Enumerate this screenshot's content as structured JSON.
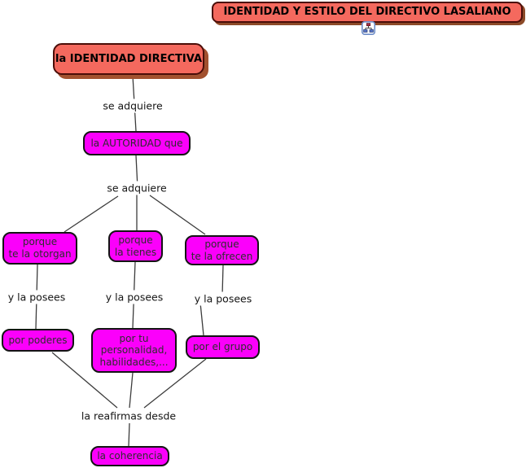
{
  "diagram": {
    "title": {
      "text": "IDENTIDAD Y ESTILO DEL DIRECTIVO LASALIANO"
    },
    "icon": {
      "name": "linked-map-icon"
    },
    "nodes": {
      "identity": {
        "text": "la IDENTIDAD DIRECTIVA"
      },
      "autoridad": {
        "text": "la AUTORIDAD que"
      },
      "otorgan": {
        "text": "porque\nte la otorgan"
      },
      "tienes": {
        "text": "porque\nla tienes"
      },
      "ofrecen": {
        "text": "porque\nte la ofrecen"
      },
      "poderes": {
        "text": "por poderes"
      },
      "personalidad": {
        "text": "por tu\npersonalidad,\nhabilidades,..."
      },
      "grupo": {
        "text": "por el grupo"
      },
      "coherencia": {
        "text": "la coherencia"
      }
    },
    "links": {
      "se_adquiere_1": {
        "text": "se adquiere"
      },
      "se_adquiere_2": {
        "text": "se adquiere"
      },
      "posees_left": {
        "text": "y la posees"
      },
      "posees_mid": {
        "text": "y la posees"
      },
      "posees_right": {
        "text": "y la posees"
      },
      "reafirmas": {
        "text": "la reafirmas desde"
      }
    },
    "colors": {
      "background": "#FFFFFF",
      "concept_fill": "#F4695E",
      "concept_border": "#4A0D08",
      "concept_shadow": "#A2512F",
      "node_fill": "#FB00FB",
      "node_border": "#141414",
      "line": "#3C3C3C",
      "icon_frame": "#6C8CC8"
    }
  }
}
